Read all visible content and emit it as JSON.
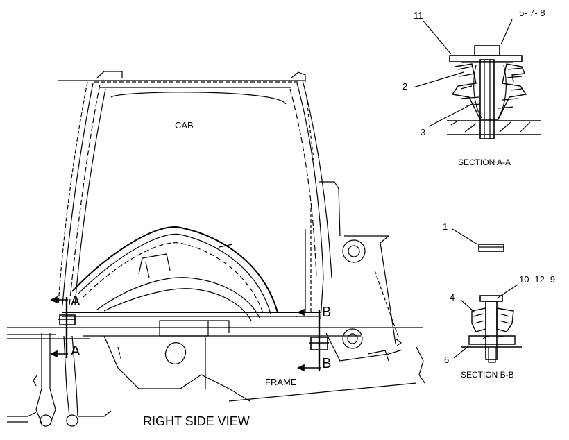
{
  "labels": {
    "cab": "CAB",
    "frame": "FRAME",
    "right_side_view": "RIGHT SIDE VIEW",
    "section_a_a": "SECTION A-A",
    "section_b_b": "SECTION B-B",
    "section_mark_a": "A",
    "section_mark_b": "B"
  },
  "callouts": {
    "c11": "11",
    "c5_7_8": "5- 7- 8",
    "c2": "2",
    "c3": "3",
    "c1": "1",
    "c10_12_9": "10- 12- 9",
    "c4": "4",
    "c6": "6"
  }
}
